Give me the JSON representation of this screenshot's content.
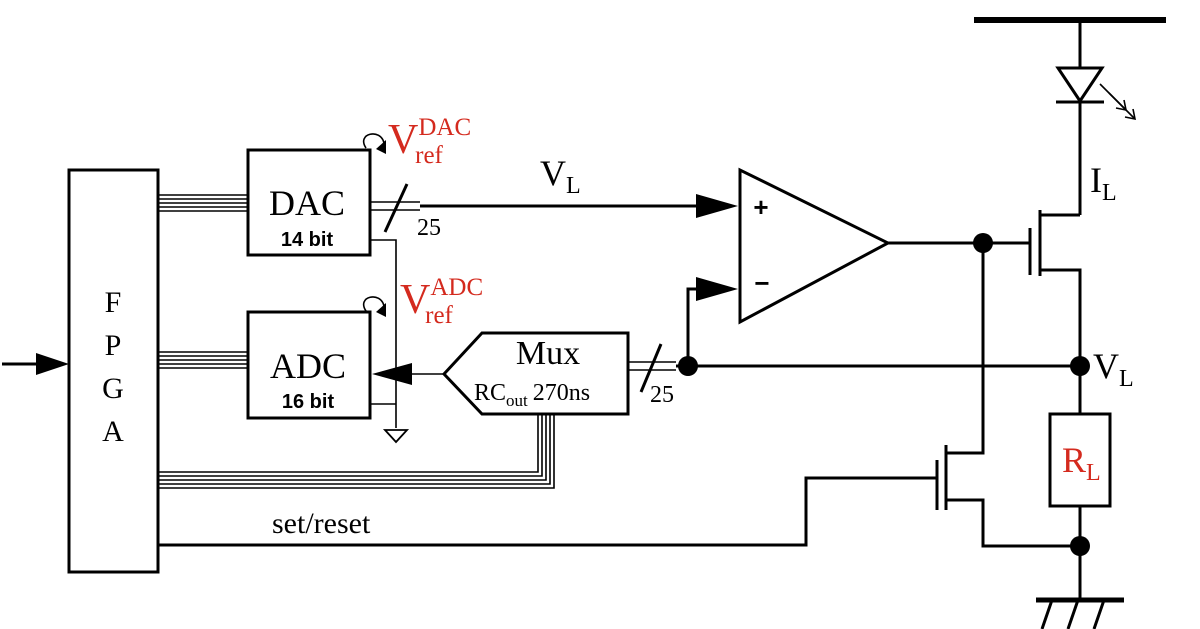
{
  "diagram": {
    "fpga": {
      "letters": [
        "F",
        "P",
        "G",
        "A"
      ]
    },
    "dac": {
      "name": "DAC",
      "bits": "14 bit",
      "ref_main": "V",
      "ref_sup": "DAC",
      "ref_sub": "ref"
    },
    "adc": {
      "name": "ADC",
      "bits": "16 bit",
      "ref_main": "V",
      "ref_sup": "ADC",
      "ref_sub": "ref"
    },
    "mux": {
      "name": "Mux",
      "rc_main": "RC",
      "rc_sub": "out",
      "time": "270ns"
    },
    "bus_dac": "25",
    "bus_mux": "25",
    "vl_top": {
      "main": "V",
      "sub": "L"
    },
    "vl_right": {
      "main": "V",
      "sub": "L"
    },
    "il": {
      "main": "I",
      "sub": "L"
    },
    "rl": {
      "main": "R",
      "sub": "L"
    },
    "opamp": {
      "plus": "+",
      "minus": "−"
    },
    "set_reset": "set/reset",
    "colors": {
      "line": "#000000",
      "accent": "#d42a1e"
    }
  }
}
